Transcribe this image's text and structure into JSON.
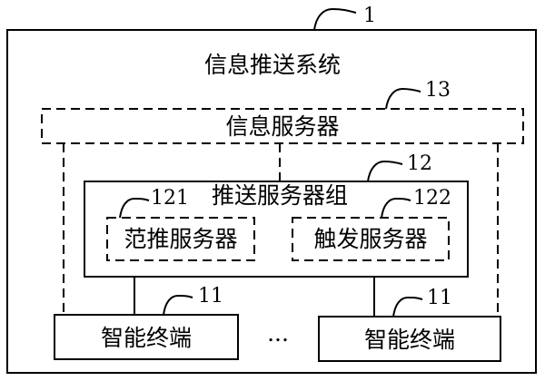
{
  "system": {
    "label": "信息推送系统",
    "ref": "1"
  },
  "info_server": {
    "label": "信息服务器",
    "ref": "13"
  },
  "push_group": {
    "label": "推送服务器组",
    "ref": "12"
  },
  "broadcast_server": {
    "label": "范推服务器",
    "ref": "121"
  },
  "trigger_server": {
    "label": "触发服务器",
    "ref": "122"
  },
  "terminal_left": {
    "label": "智能终端",
    "ref": "11"
  },
  "terminal_right": {
    "label": "智能终端",
    "ref": "11"
  },
  "ellipsis": "..."
}
